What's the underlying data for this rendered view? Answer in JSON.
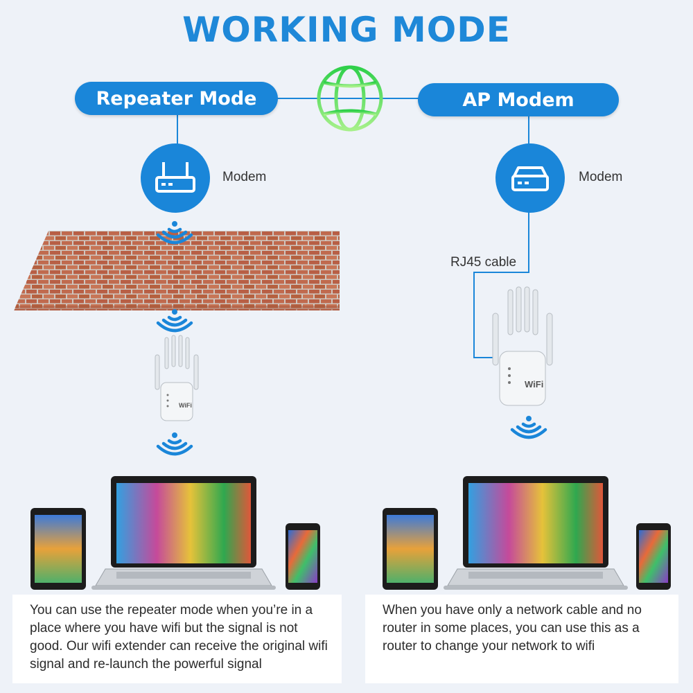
{
  "title": "WORKING MODE",
  "left": {
    "mode_label": "Repeater Mode",
    "modem_label": "Modem",
    "caption": "You can use the repeater mode when you’re in a place where you have wifi but the signal is not good. Our wifi extender can receive the original wifi signal and re-launch the powerful signal"
  },
  "right": {
    "mode_label": "AP Modem",
    "modem_label": "Modem",
    "cable_label": "RJ45 cable",
    "caption": "When you have only a network cable and no router in some places, you can use this as a router to change your network to wifi"
  },
  "device_logo_text": "WiFi",
  "colors": {
    "accent": "#1a86d9",
    "globe": "#3ddc5a",
    "brick": "#c06a4e",
    "background": "#eef2f8"
  }
}
